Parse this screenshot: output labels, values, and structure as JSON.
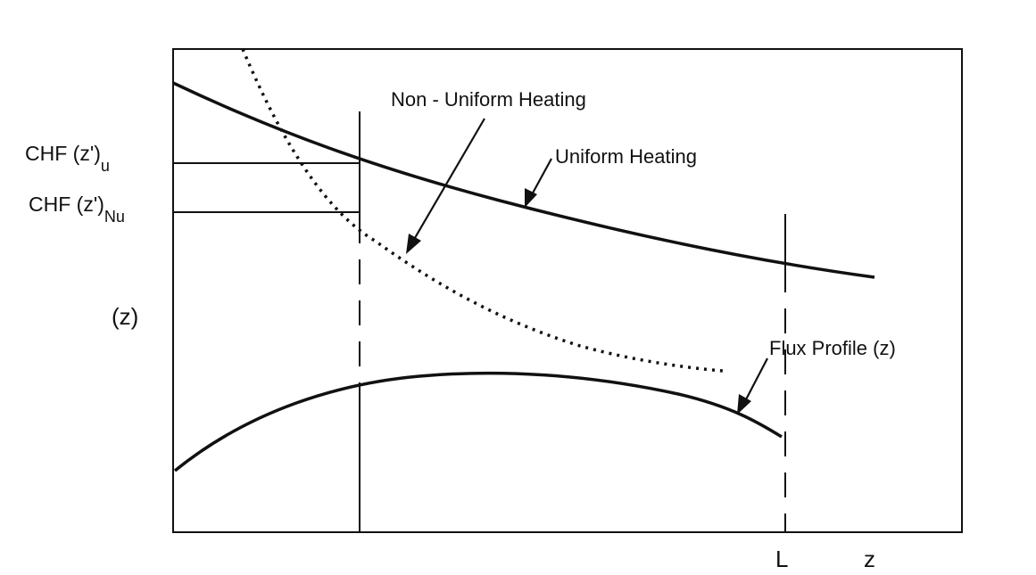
{
  "labels": {
    "chf_u": {
      "main": "CHF (z')",
      "sub": "u"
    },
    "chf_nu": {
      "main": "CHF (z')",
      "sub": "Nu"
    },
    "y_axis": "(z)",
    "non_uniform": "Non - Uniform Heating",
    "uniform": "Uniform Heating",
    "flux_profile": "Flux Profile (z)",
    "L": "L",
    "z": "z"
  },
  "curves": [
    {
      "name": "uniform-heating-curve",
      "style": "solid"
    },
    {
      "name": "non-uniform-heating-curve",
      "style": "dotted"
    },
    {
      "name": "flux-profile-curve",
      "style": "solid"
    }
  ],
  "colors": {
    "ink": "#111111",
    "background": "#ffffff"
  }
}
